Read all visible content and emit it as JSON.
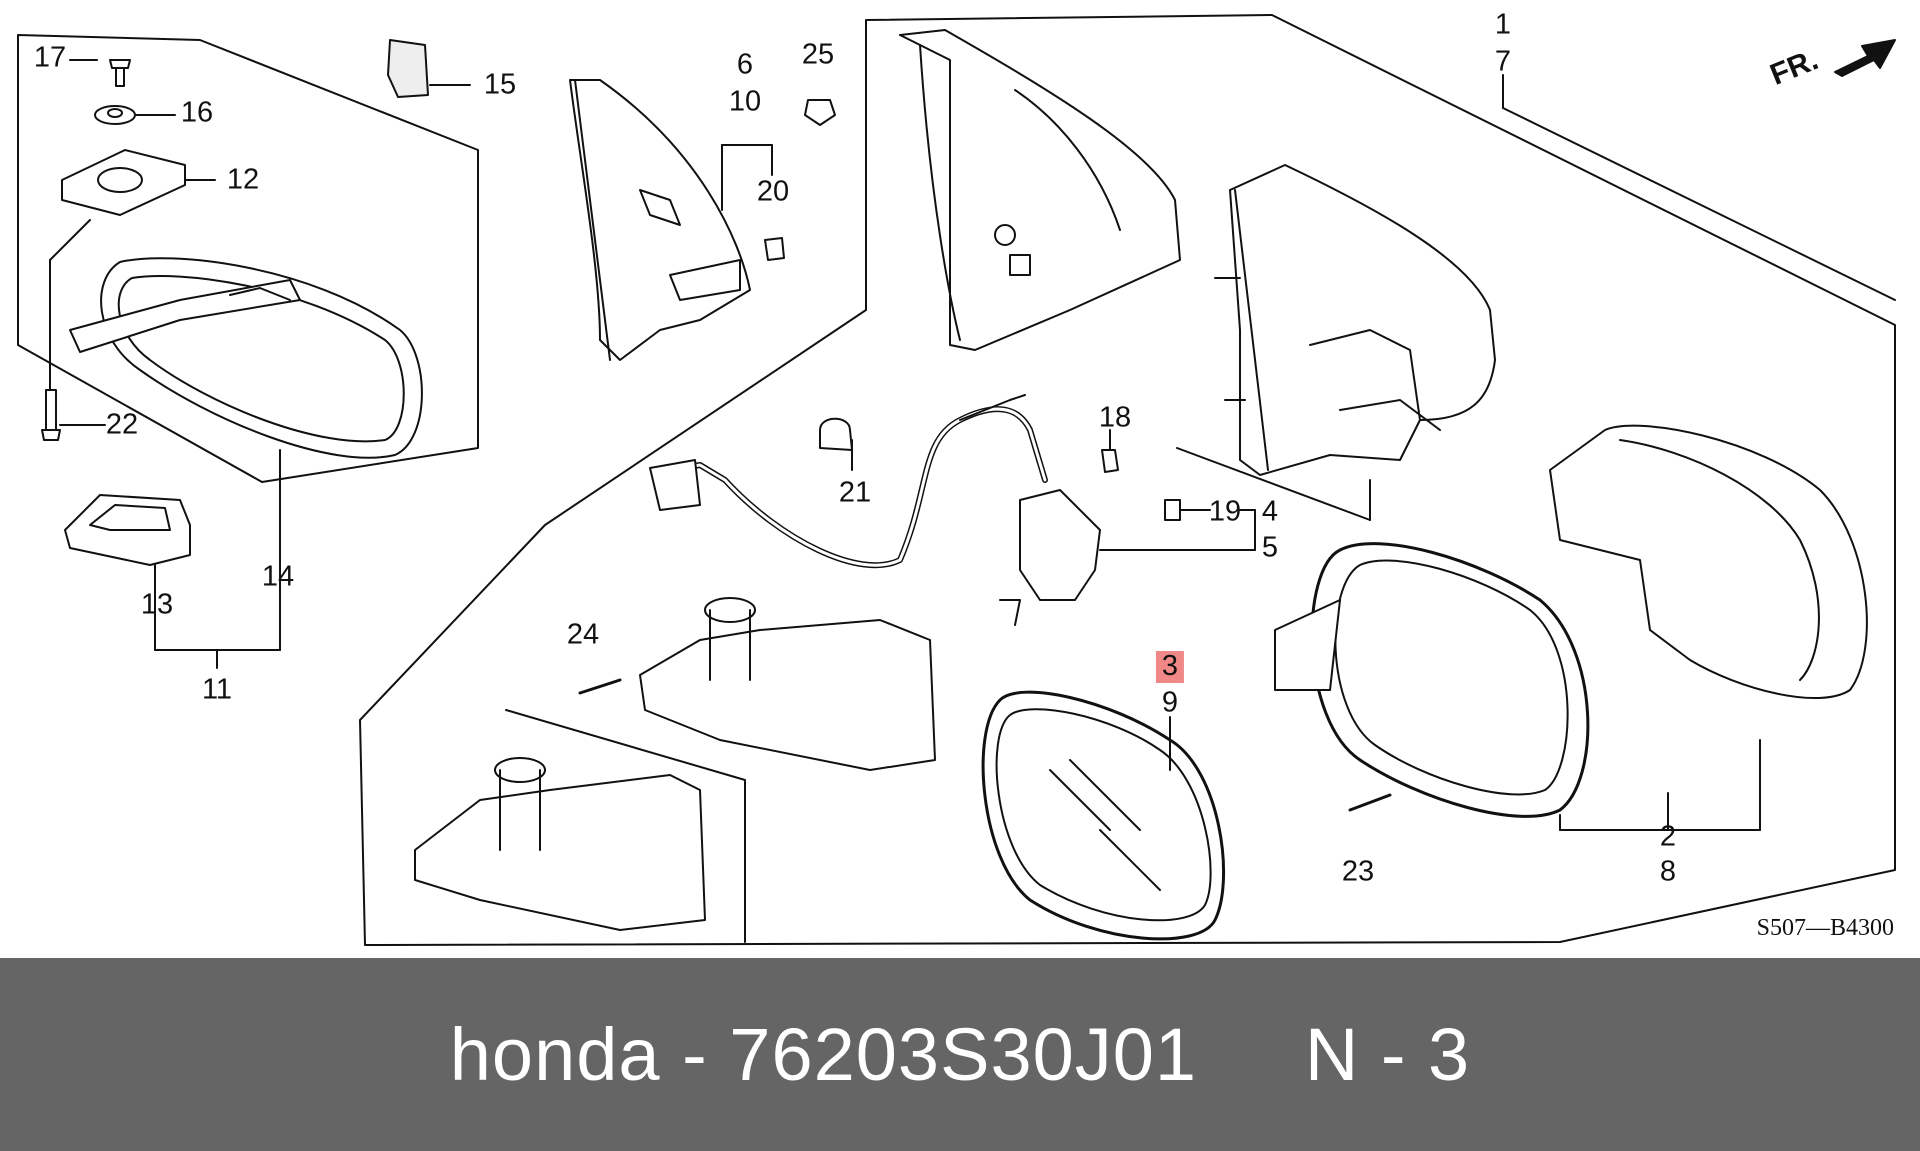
{
  "diagram": {
    "direction_label": "FR.",
    "diagram_code": "S507—B4300",
    "callouts": [
      {
        "id": "c17",
        "text": "17"
      },
      {
        "id": "c16",
        "text": "16"
      },
      {
        "id": "c12",
        "text": "12"
      },
      {
        "id": "c15",
        "text": "15"
      },
      {
        "id": "c22",
        "text": "22"
      },
      {
        "id": "c13",
        "text": "13"
      },
      {
        "id": "c14",
        "text": "14"
      },
      {
        "id": "c11",
        "text": "11"
      },
      {
        "id": "c6",
        "text": "6"
      },
      {
        "id": "c10",
        "text": "10"
      },
      {
        "id": "c25",
        "text": "25"
      },
      {
        "id": "c20",
        "text": "20"
      },
      {
        "id": "c1",
        "text": "1"
      },
      {
        "id": "c7",
        "text": "7"
      },
      {
        "id": "c18",
        "text": "18"
      },
      {
        "id": "c21",
        "text": "21"
      },
      {
        "id": "c19",
        "text": "19"
      },
      {
        "id": "c4",
        "text": "4"
      },
      {
        "id": "c5",
        "text": "5"
      },
      {
        "id": "c24",
        "text": "24"
      },
      {
        "id": "c3",
        "text": "3",
        "highlighted": true
      },
      {
        "id": "c9",
        "text": "9"
      },
      {
        "id": "c23",
        "text": "23"
      },
      {
        "id": "c2",
        "text": "2"
      },
      {
        "id": "c8",
        "text": "8"
      }
    ],
    "highlight_color": "#f08888"
  },
  "footer": {
    "brand": "honda",
    "part_number": "76203S30J01",
    "position_label": "N - 3",
    "text": "honda - 76203S30J01     N - 3",
    "background": "#656565"
  }
}
